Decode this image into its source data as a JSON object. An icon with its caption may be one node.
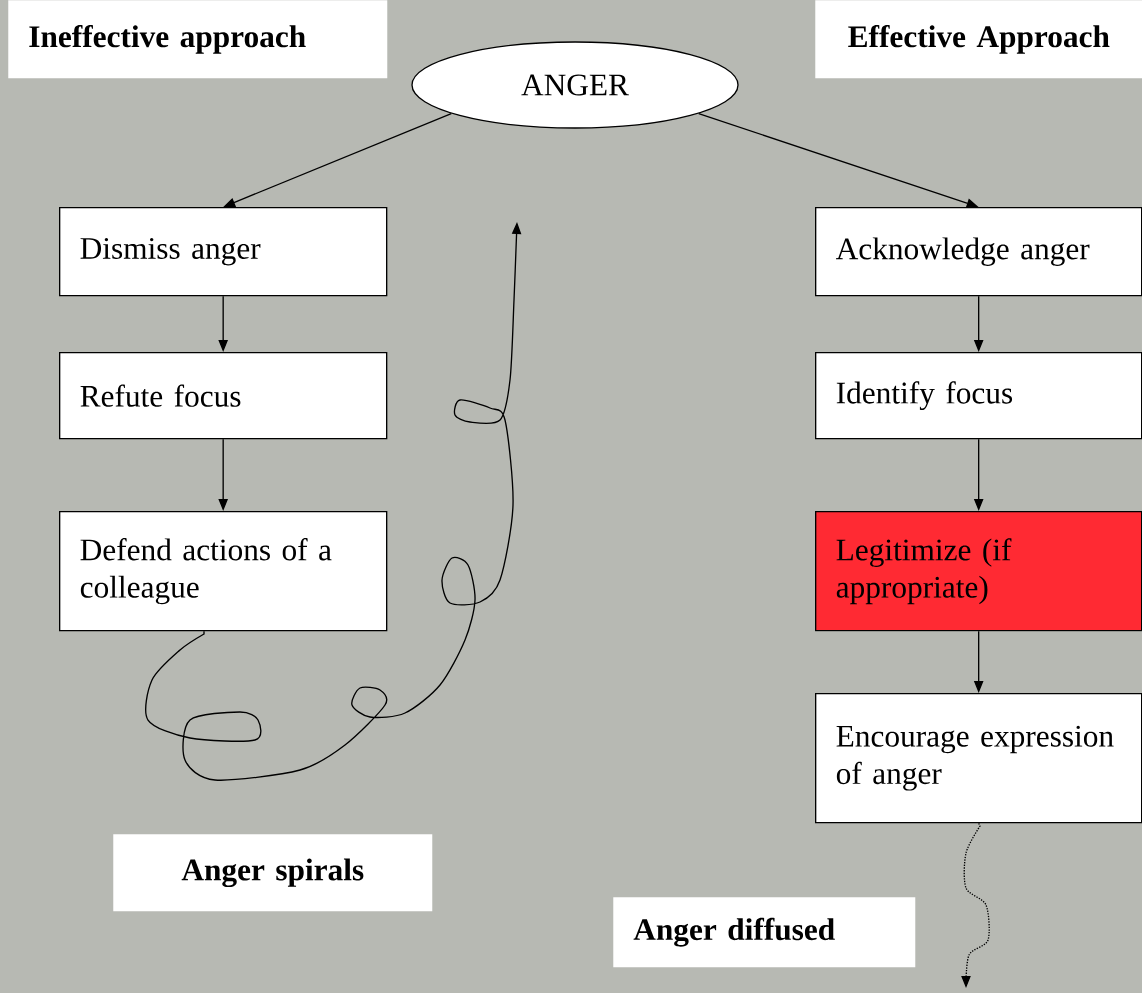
{
  "diagram": {
    "nodes": [
      {
        "text": [
          "Ineffective approach"
        ]
      },
      {
        "text": [
          "Effective Approach"
        ]
      },
      {
        "text": [
          "ANGER"
        ]
      },
      {
        "text": [
          "Dismiss anger"
        ]
      },
      {
        "text": [
          "Refute focus"
        ]
      },
      {
        "text": [
          "Defend actions of a colleague"
        ]
      },
      {
        "text": [
          "Acknowledge anger"
        ]
      },
      {
        "text": [
          "Identify focus"
        ]
      },
      {
        "text": [
          "Legitimize (if appropriate)"
        ]
      },
      {
        "text": [
          "Encourage expression of anger"
        ]
      },
      {
        "text": [
          "Anger spirals"
        ]
      },
      {
        "text": [
          "Anger diffused"
        ]
      }
    ],
    "edges": [
      {
        "from": 2,
        "to": 3,
        "arrow": "to"
      },
      {
        "from": 3,
        "to": 4,
        "arrow": "to"
      },
      {
        "from": 4,
        "to": 5,
        "arrow": "to"
      },
      {
        "from": 2,
        "to": 6,
        "arrow": "to"
      },
      {
        "from": 6,
        "to": 7,
        "arrow": "to"
      },
      {
        "from": 7,
        "to": 8,
        "arrow": "to"
      },
      {
        "from": 8,
        "to": 9,
        "arrow": "to"
      },
      {
        "from": 5,
        "to": null,
        "arrow": "to"
      },
      {
        "from": 9,
        "to": null,
        "arrow": "to",
        "style": "dashed"
      }
    ]
  }
}
